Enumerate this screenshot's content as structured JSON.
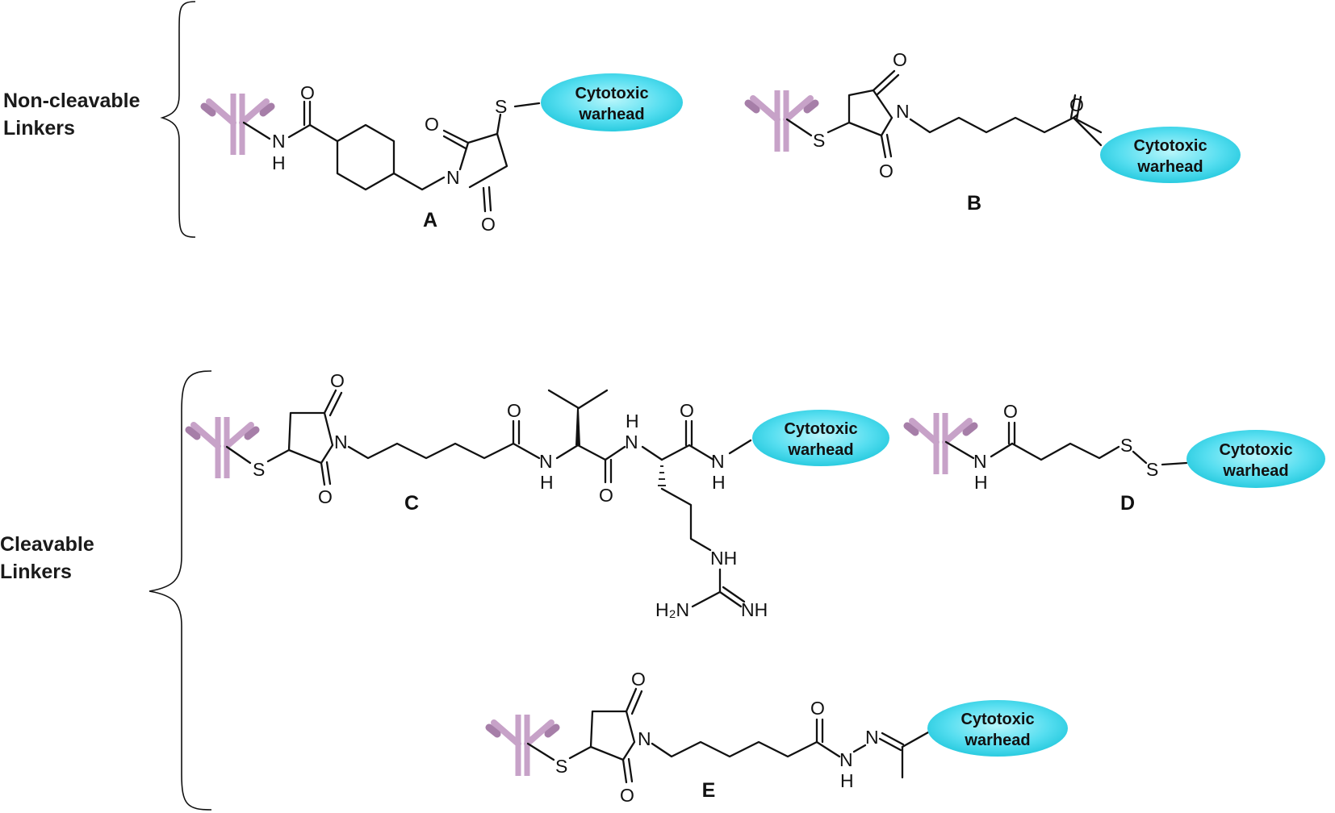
{
  "groups": {
    "non_cleavable": {
      "line1": "Non-cleavable",
      "line2": "Linkers"
    },
    "cleavable": {
      "line1": "Cleavable",
      "line2": "Linkers"
    }
  },
  "warhead": {
    "line1": "Cytotoxic",
    "line2": "warhead"
  },
  "compounds": {
    "A": "A",
    "B": "B",
    "C": "C",
    "D": "D",
    "E": "E"
  },
  "atoms": {
    "O": "O",
    "N": "N",
    "H": "H",
    "S": "S",
    "NH": "NH",
    "H2N": "H₂N"
  },
  "colors": {
    "antibody": "#c7a2c8",
    "antibody_dark": "#a67ea8",
    "warhead_center": "#b8f6fb",
    "warhead_edge": "#1ec6db",
    "ink": "#111111"
  }
}
